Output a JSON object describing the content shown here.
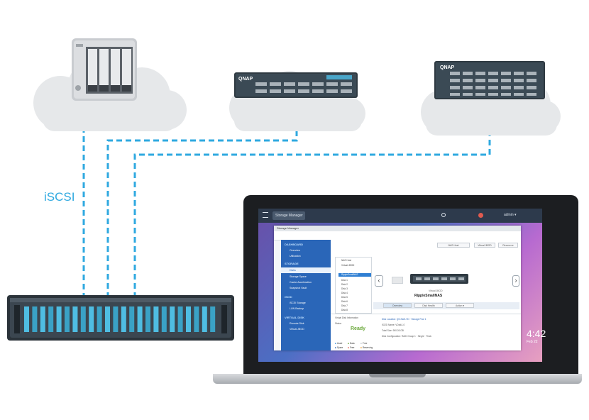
{
  "diagram": {
    "connection_label": "iSCSI",
    "colors": {
      "dashed_line": "#2fa9e0",
      "cloud": "#e6e8ea",
      "rack_body": "#3b4650",
      "rack_accent": "#45b4d8"
    },
    "nodes": {
      "cloud_server_1": {
        "type": "tower-nas-icon"
      },
      "cloud_server_2": {
        "brand": "QNAP"
      },
      "cloud_server_3": {
        "brand": "QNAP"
      },
      "rackmount": {
        "type": "rack-nas-icon"
      }
    }
  },
  "laptop": {
    "topbar": {
      "tab_label": "Storage Manager",
      "user": "admin ▾"
    },
    "window": {
      "title": "Storage Manager",
      "sidebar": {
        "sections": [
          {
            "label": "DASHBOARD",
            "items": [
              "Overview",
              "Utilization"
            ]
          },
          {
            "label": "STORAGE",
            "items": [
              "Disks",
              "Storage Space",
              "Cache Acceleration",
              "Snapshot Vault"
            ]
          },
          {
            "label": "iSCSI",
            "items": [
              "iSCSI Storage",
              "LUN Backup"
            ]
          },
          {
            "label": "VIRTUAL DISK",
            "items": [
              "Remote Disk",
              "Virtual JBOD"
            ]
          }
        ],
        "active_item": "Disks"
      },
      "toolbar": {
        "filter_placeholder": "NAS Host",
        "btn_virtual": "Virtual JBOD",
        "btn_recover": "Recover ▾"
      },
      "tree": {
        "rows": [
          "NAS Host",
          "Virtual JBOD",
          "RippleSmallNAS",
          "Disk 1",
          "Disk 2",
          "Disk 3",
          "Disk 4",
          "Disk 5",
          "Disk 6",
          "Disk 7",
          "Disk 8"
        ]
      },
      "device": {
        "subtitle": "Virtual JBOD",
        "name": "RippleSmallNAS",
        "buttons": [
          "Overview",
          "Disk Health",
          "Action ▾"
        ]
      },
      "status": {
        "label": "Virtual Disk Information",
        "status_label": "Status",
        "value": "Ready",
        "lines": [
          "Disk Location: QS-NAS-VD · Storage Pool 1",
          "iSCSI Name: VDisk1-0",
          "Total Size: 900.05 GB",
          "Disk Configuration: RAID Group 1 · Single · Thick"
        ]
      },
      "legend": [
        "Used",
        "Data",
        "Free",
        "Spare",
        "Free",
        "Reserving"
      ]
    },
    "clock": {
      "time": "4:42",
      "date": "Feb 22"
    }
  }
}
